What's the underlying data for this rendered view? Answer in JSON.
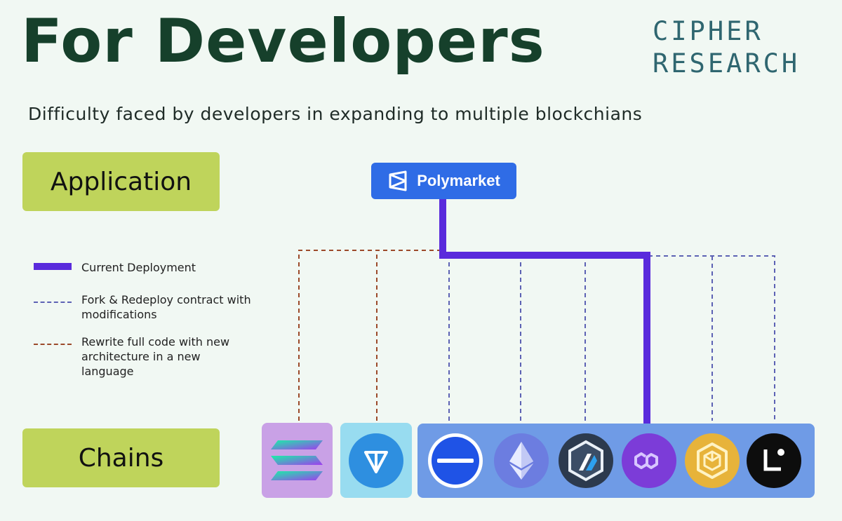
{
  "title": "For Developers",
  "brand": {
    "line1": "CIPHER",
    "line2": "RESEARCH"
  },
  "subtitle": "Difficulty faced by developers in expanding to multiple blockchians",
  "sections": {
    "application": "Application",
    "chains": "Chains"
  },
  "app_node": {
    "label": "Polymarket",
    "icon": "polymarket-logo-icon"
  },
  "legend": [
    {
      "key": "current",
      "text": "Current Deployment"
    },
    {
      "key": "fork",
      "text": "Fork & Redeploy contract with modifications"
    },
    {
      "key": "rewrite",
      "text": "Rewrite full code with new architecture in a new language"
    }
  ],
  "chains": [
    {
      "icon": "solana-icon",
      "group": "rewrite"
    },
    {
      "icon": "ton-icon",
      "group": "rewrite"
    },
    {
      "icon": "base-icon",
      "group": "fork"
    },
    {
      "icon": "ethereum-icon",
      "group": "fork"
    },
    {
      "icon": "arbitrum-icon",
      "group": "fork"
    },
    {
      "icon": "polygon-icon",
      "group": "current"
    },
    {
      "icon": "bnb-icon",
      "group": "fork"
    },
    {
      "icon": "linea-icon",
      "group": "fork"
    }
  ],
  "colors": {
    "current": "#5a2bdc",
    "fork": "#5d62b4",
    "rewrite": "#9c4a2a",
    "label_box": "#bfd45b",
    "app_button": "#2f6ce6"
  }
}
